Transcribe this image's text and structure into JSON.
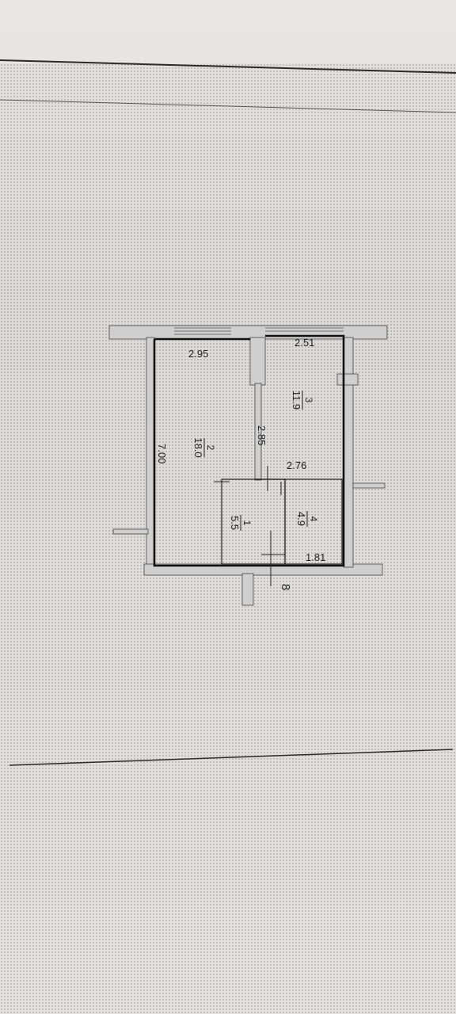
{
  "plan": {
    "rooms": [
      {
        "number": "1",
        "area": "5.5"
      },
      {
        "number": "2",
        "area": "18.0"
      },
      {
        "number": "3",
        "area": "11.9"
      },
      {
        "number": "4",
        "area": "4.9"
      }
    ],
    "dimensions": {
      "room2_width": "2.95",
      "room3_width": "2.51",
      "total_length": "7.00",
      "partition_length": "2.85",
      "corridor_width": "2.76",
      "room4_width": "1.81",
      "marker": "8"
    }
  },
  "colors": {
    "paper": "#e9e7e5",
    "ink": "#1e1e1e",
    "wall_fill": "#cfcfcf"
  }
}
